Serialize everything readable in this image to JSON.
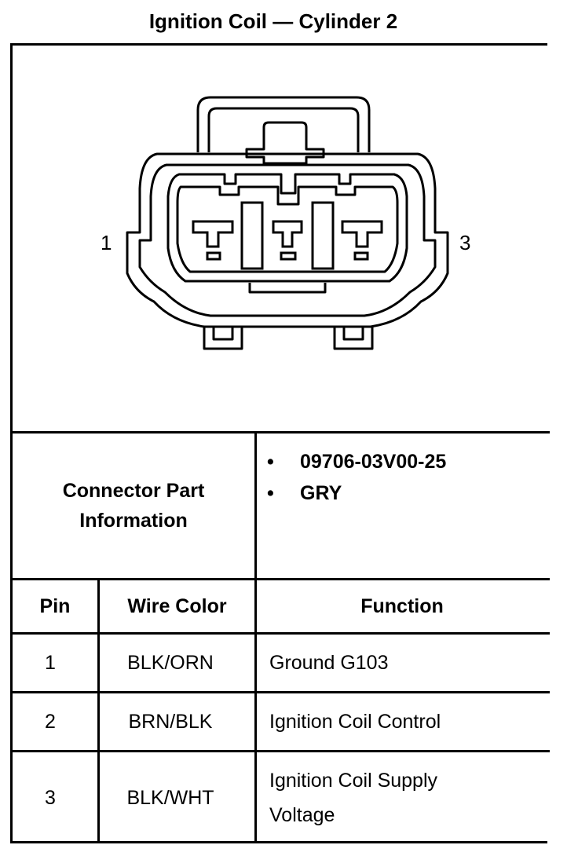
{
  "title": "Ignition Coil — Cylinder 2",
  "connector": {
    "pin_left_label": "1",
    "pin_right_label": "3"
  },
  "part_info": {
    "label": "Connector Part Information",
    "items": [
      "09706-03V00-25",
      "GRY"
    ]
  },
  "table": {
    "headers": {
      "pin": "Pin",
      "wire_color": "Wire Color",
      "function": "Function"
    },
    "rows": [
      {
        "pin": "1",
        "wire_color": "BLK/ORN",
        "function": "Ground G103"
      },
      {
        "pin": "2",
        "wire_color": "BRN/BLK",
        "function": "Ignition Coil Control"
      },
      {
        "pin": "3",
        "wire_color": "BLK/WHT",
        "function": "Ignition Coil Supply Voltage"
      }
    ]
  }
}
